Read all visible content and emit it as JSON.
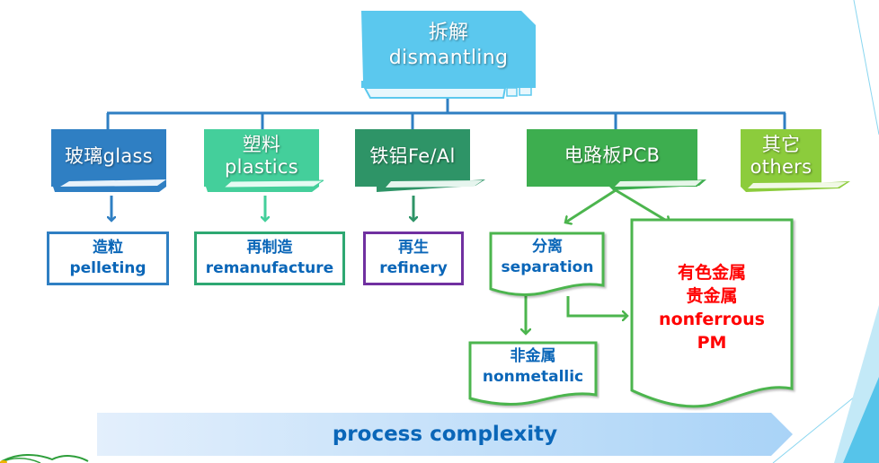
{
  "root": {
    "cn": "拆解",
    "en": "dismantling",
    "color": "#5bc8ee"
  },
  "categories": [
    {
      "id": "glass",
      "cn": "玻璃",
      "en": "glass",
      "layout": "inline",
      "color": "#2f7fc3"
    },
    {
      "id": "plastics",
      "cn": "塑料",
      "en": "plastics",
      "layout": "stacked",
      "color": "#44cf9b"
    },
    {
      "id": "metal",
      "cn": "铁铝",
      "en": "Fe/Al",
      "layout": "inline",
      "color": "#2e9467"
    },
    {
      "id": "pcb",
      "cn": "电路板",
      "en": "PCB",
      "layout": "inline",
      "color": "#3dae4f"
    },
    {
      "id": "others",
      "cn": "其它",
      "en": "others",
      "layout": "stacked",
      "color": "#8ccc3c"
    }
  ],
  "outputs": [
    {
      "id": "pelleting",
      "cn": "造粒",
      "en": "pelleting",
      "border": "#2f7fc3",
      "text": "#0a66b8"
    },
    {
      "id": "remanufacture",
      "cn": "再制造",
      "en": "remanufacture",
      "border": "#2ea872",
      "text": "#0a66b8"
    },
    {
      "id": "refinery",
      "cn": "再生",
      "en": "refinery",
      "border": "#7030a0",
      "text": "#0a66b8"
    },
    {
      "id": "separation",
      "cn": "分离",
      "en": "separation",
      "border": "#4cb54e",
      "text": "#0a66b8"
    },
    {
      "id": "nonmetallic",
      "cn": "非金属",
      "en": "nonmetallic",
      "border": "#4cb54e",
      "text": "#0a66b8"
    },
    {
      "id": "nonferrous",
      "cn1": "有色金属",
      "cn2": "贵金属",
      "en1": "nonferrous",
      "en2": "PM",
      "border": "#4cb54e",
      "text": "#ff0000"
    }
  ],
  "footer": {
    "label": "process complexity",
    "color": "#0a66b8"
  },
  "colors": {
    "connector": "#2f7fc3",
    "pcb_arrows": "#4cb54e",
    "decor_cyan": "#56c4ea"
  }
}
